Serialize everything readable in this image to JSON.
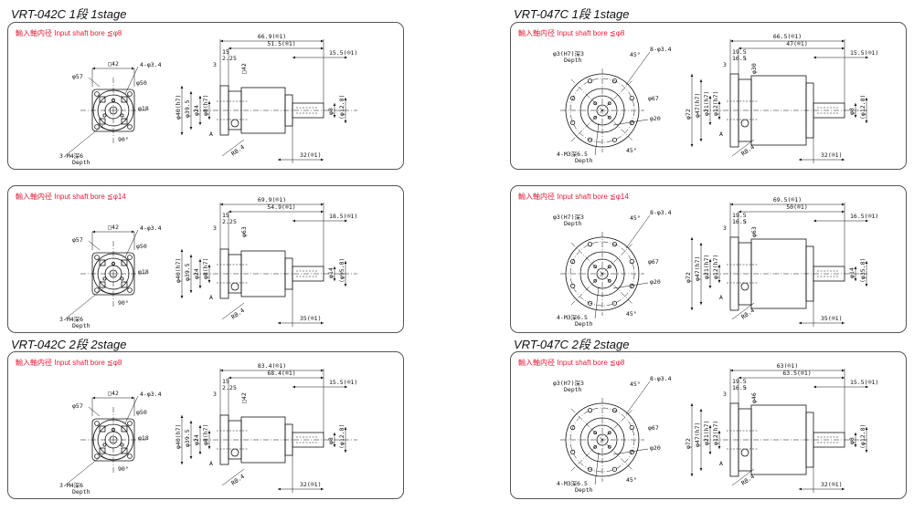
{
  "panels": [
    {
      "id": "p1",
      "title": "VRT-042C  1段  1stage",
      "bore": "輸入軸内径  Input shaft bore  ≦φ8",
      "front": {
        "style": "square",
        "top_label": "□42",
        "holes_label": "4-φ3.4",
        "pcd_label": "φ50",
        "d1_label": "φ57",
        "d2_label": "φ18",
        "angle_label": "90°",
        "tap_label": "3-M4深6",
        "tap_sub": "Depth"
      },
      "side": {
        "overall": "66.9(®1)",
        "mid": "51.5(®1)",
        "w1": "15",
        "w2": "2.2",
        "w3": "5",
        "right": "15.5(®1)",
        "small": "3",
        "flange": "□42",
        "body_d": "φ40(h7)",
        "d2": "φ39.5",
        "d3": "φ24",
        "shaft_d": "φ8(h7)",
        "out_d1": "φ8",
        "out_d2": "(φ12.8)",
        "chamfer": "R0.4",
        "bottom": "32(®1)",
        "a_label": "A"
      }
    },
    {
      "id": "p2",
      "title": "VRT-047C  1段  1stage",
      "bore": "輸入軸内径  Input shaft bore  ≦φ8",
      "front": {
        "style": "round",
        "top_label": "φ3(H7)深3",
        "top_sub": "Depth",
        "holes_label": "8-φ3.4",
        "angle1": "45°",
        "pcd_label": "φ67",
        "d2_label": "φ20",
        "angle2": "45°",
        "tap_label": "4-M3深6.5",
        "tap_sub": "Depth"
      },
      "side": {
        "overall": "66.5(®1)",
        "mid": "47(®1)",
        "w1": "19.5",
        "w2": "16.5",
        "w3": "5",
        "right": "15.5(®1)",
        "small": "3",
        "flange": "φ30",
        "body_d": "φ72",
        "d2": "φ47(h7)",
        "d3": "φ21(h7)",
        "shaft_d": "φ12(h7)",
        "out_d1": "φ8",
        "out_d2": "(φ12.8)",
        "chamfer": "R0.4",
        "bottom": "32(®1)",
        "a_label": "A"
      }
    },
    {
      "id": "p3",
      "title": "",
      "bore": "輸入軸内径  Input shaft bore  ≦φ14",
      "front": {
        "style": "square",
        "top_label": "□42",
        "holes_label": "4-φ3.4",
        "pcd_label": "φ50",
        "d1_label": "φ57",
        "d2_label": "φ18",
        "angle_label": "90°",
        "tap_label": "3-M4深6",
        "tap_sub": "Depth"
      },
      "side": {
        "overall": "69.9(®1)",
        "mid": "54.9(®1)",
        "w1": "15",
        "w2": "2.2",
        "w3": "5",
        "right": "18.5(®1)",
        "small": "3",
        "flange": "φ63",
        "body_d": "φ40(h7)",
        "d2": "φ39.5",
        "d3": "φ24",
        "shaft_d": "φ8(h7)",
        "out_d1": "φ14",
        "out_d2": "(φ95.8)",
        "chamfer": "R0.4",
        "bottom": "35(®1)",
        "a_label": "A"
      }
    },
    {
      "id": "p4",
      "title": "",
      "bore": "輸入軸内径  Input shaft bore  ≦φ14",
      "front": {
        "style": "round",
        "top_label": "φ3(H7)深3",
        "top_sub": "Depth",
        "holes_label": "8-φ3.4",
        "angle1": "45°",
        "pcd_label": "φ67",
        "d2_label": "φ20",
        "angle2": "45°",
        "tap_label": "4-M3深6.5",
        "tap_sub": "Depth"
      },
      "side": {
        "overall": "69.5(®1)",
        "mid": "50(®1)",
        "w1": "19.5",
        "w2": "16.5",
        "w3": "5",
        "right": "16.5(®1)",
        "small": "3",
        "flange": "φ63",
        "body_d": "φ72",
        "d2": "φ47(h7)",
        "d3": "φ21(h7)",
        "shaft_d": "φ12(h7)",
        "out_d1": "φ14",
        "out_d2": "(φ35.8)",
        "chamfer": "R0.4",
        "bottom": "35(®1)",
        "a_label": "A"
      }
    },
    {
      "id": "p5",
      "title": "VRT-042C  2段  2stage",
      "bore": "輸入軸内径  Input shaft bore  ≦φ8",
      "front": {
        "style": "square",
        "top_label": "□42",
        "holes_label": "4-φ3.4",
        "pcd_label": "φ50",
        "d1_label": "φ57",
        "d2_label": "φ18",
        "angle_label": "90°",
        "tap_label": "3-M4深6",
        "tap_sub": "Depth"
      },
      "side": {
        "overall": "83.4(®1)",
        "mid": "68.4(®1)",
        "w1": "15",
        "w2": "2.2",
        "w3": "5",
        "right": "15.5(®1)",
        "small": "3",
        "flange": "□42",
        "body_d": "φ40(h7)",
        "d2": "φ39.5",
        "d3": "φ24",
        "shaft_d": "φ8(h7)",
        "out_d1": "φ8",
        "out_d2": "(φ12.8)",
        "chamfer": "R0.4",
        "bottom": "32(®1)",
        "a_label": "A"
      }
    },
    {
      "id": "p6",
      "title": "VRT-047C  2段  2stage",
      "bore": "輸入軸内径  Input shaft bore  ≦φ8",
      "front": {
        "style": "round",
        "top_label": "φ3(H7)深3",
        "top_sub": "Depth",
        "holes_label": "8-φ3.4",
        "angle1": "45°",
        "pcd_label": "φ67",
        "d2_label": "φ20",
        "angle2": "45°",
        "tap_label": "4-M3深6.5",
        "tap_sub": "Depth"
      },
      "side": {
        "overall": "63(®1)",
        "mid": "63.5(®1)",
        "w1": "19.5",
        "w2": "16.5",
        "w3": "5",
        "right": "15.5(®1)",
        "small": "3",
        "flange": "φ46",
        "body_d": "φ72",
        "d2": "φ47(h7)",
        "d3": "φ21(h7)",
        "shaft_d": "φ12(h7)",
        "out_d1": "φ8",
        "out_d2": "(φ12.8)",
        "chamfer": "R0.4",
        "bottom": "32(®1)",
        "a_label": "A"
      }
    }
  ]
}
